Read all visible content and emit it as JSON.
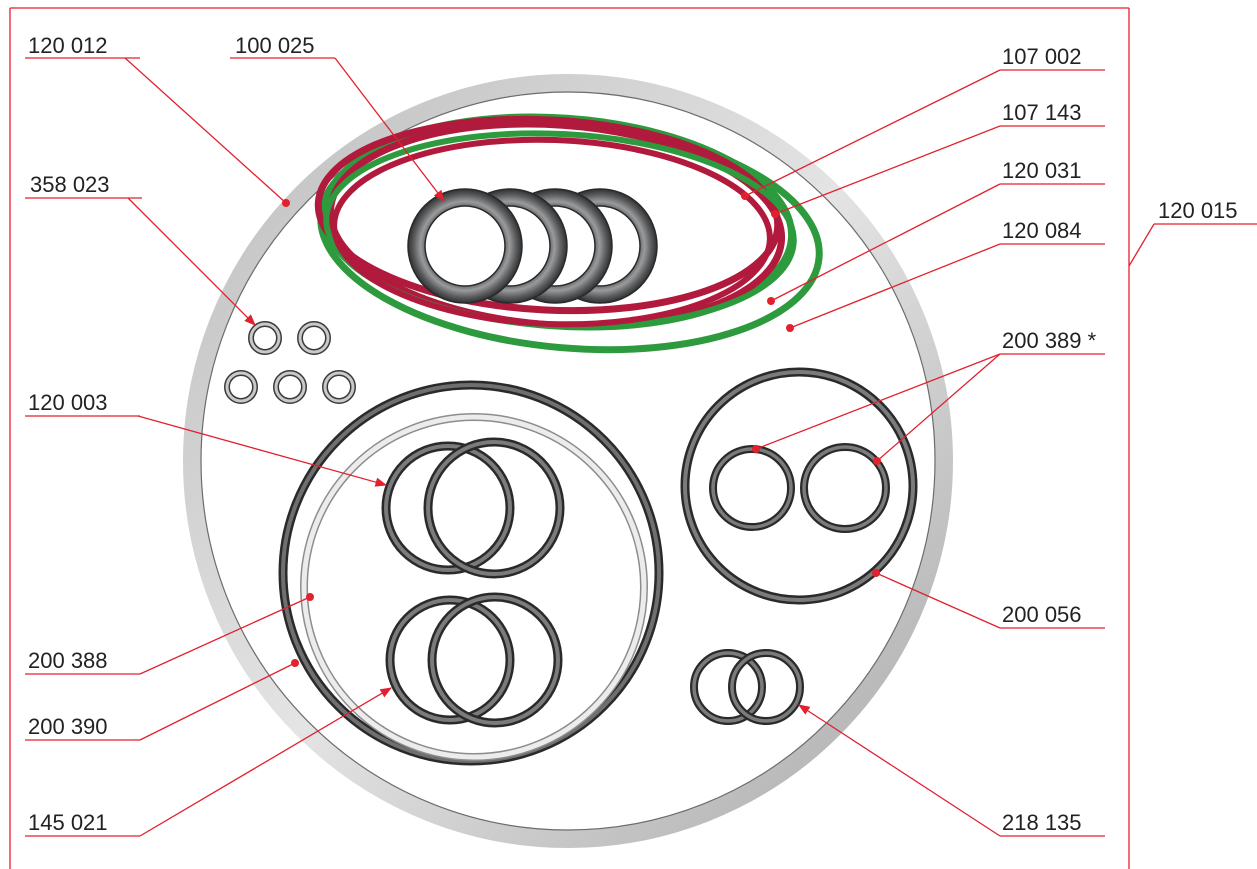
{
  "labels": {
    "p120012": "120 012",
    "p100025": "100 025",
    "p107002": "107 002",
    "p107143": "107 143",
    "p120031": "120 031",
    "p120084": "120 084",
    "p120015": "120 015",
    "p358023": "358 023",
    "p200389": "200 389 *",
    "p120003": "120 003",
    "p200056": "200 056",
    "p200388": "200 388",
    "p200390": "200 390",
    "p145021": "145 021",
    "p218135": "218 135"
  },
  "colors": {
    "leader": "#e3202e",
    "ring_dark": "#5a5b5d",
    "ring_red": "#b11a3c",
    "ring_green": "#2e9a3e",
    "ring_light": "#dddddd",
    "outer_ring": "#c9c9c9"
  }
}
